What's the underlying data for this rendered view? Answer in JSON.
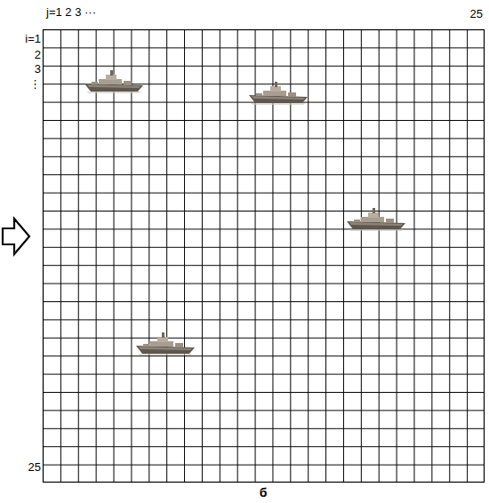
{
  "diagram": {
    "labels": [
      "j=1 2 3 ···",
      "25",
      "i=1",
      "2",
      "3",
      "⋮",
      "25",
      "б"
    ]
  }
}
